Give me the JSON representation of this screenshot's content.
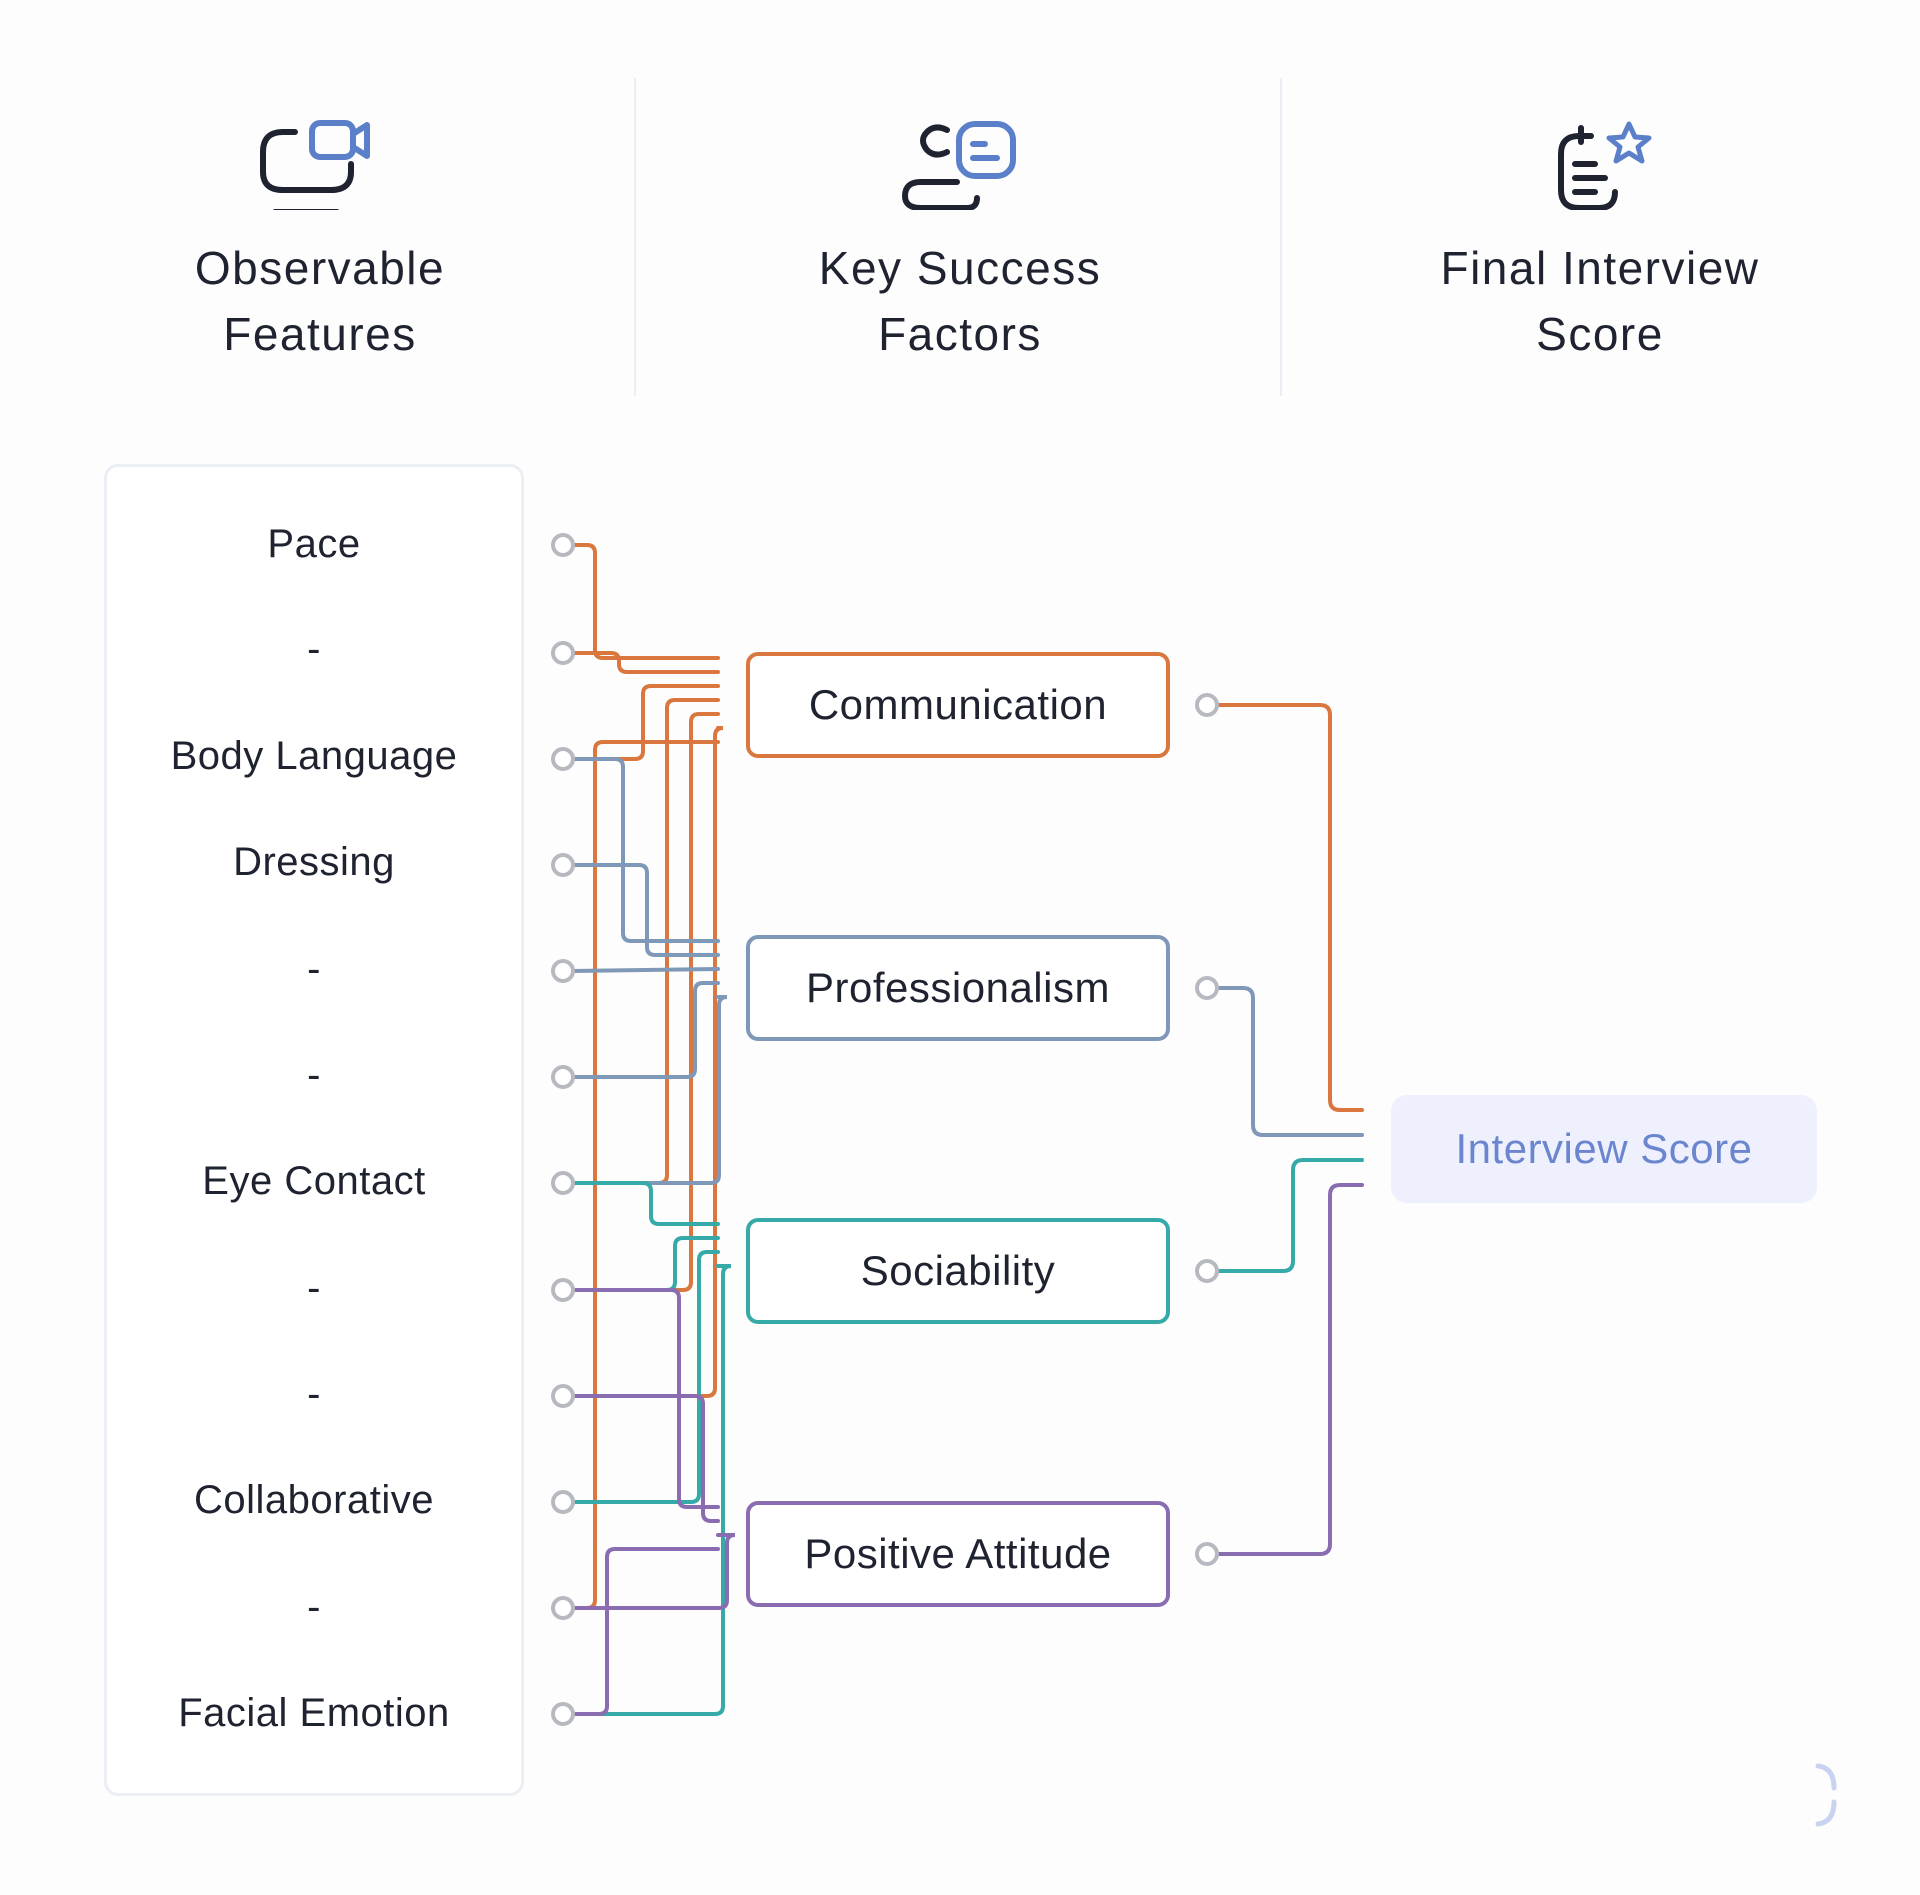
{
  "columns": [
    {
      "title": "Observable\nFeatures",
      "icon": "video-camera-icon"
    },
    {
      "title": "Key Success\nFactors",
      "icon": "user-chat-icon"
    },
    {
      "title": "Final Interview\nScore",
      "icon": "scorecard-star-icon"
    }
  ],
  "features": [
    "Pace",
    "-",
    "Body Language",
    "Dressing",
    "-",
    "-",
    "Eye Contact",
    "-",
    "-",
    "Collaborative",
    "-",
    "Facial Emotion"
  ],
  "factors": [
    {
      "label": "Communication",
      "color": "#d9773f"
    },
    {
      "label": "Professionalism",
      "color": "#7f98b8"
    },
    {
      "label": "Sociability",
      "color": "#36aaa8"
    },
    {
      "label": "Positive Attitude",
      "color": "#8a6cb0"
    }
  ],
  "score": {
    "label": "Interview Score",
    "color": "#6b86cf",
    "background": "#eef1fd"
  },
  "connections": {
    "Communication": [
      0,
      1,
      2,
      6,
      7,
      8,
      10
    ],
    "Professionalism": [
      2,
      3,
      4,
      5,
      6
    ],
    "Sociability": [
      6,
      7,
      9,
      11
    ],
    "Positive Attitude": [
      7,
      8,
      10,
      11
    ]
  },
  "colors": {
    "node_outline": "#b7b9c0",
    "panel_border": "#eceef5",
    "icon_dark": "#1f2330",
    "icon_accent": "#5b80c9"
  }
}
